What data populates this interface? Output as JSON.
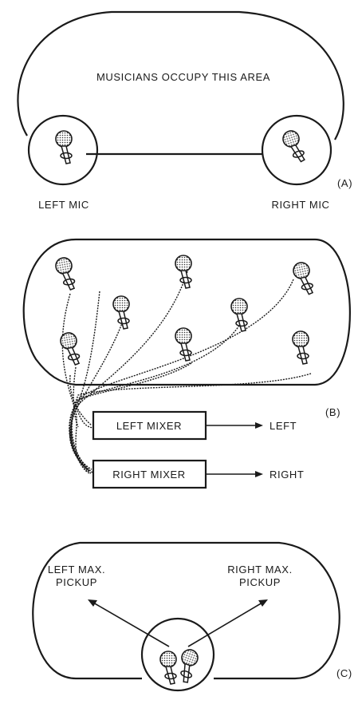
{
  "panel_a": {
    "area_label": "MUSICIANS OCCUPY THIS AREA",
    "left_mic_label": "LEFT MIC",
    "right_mic_label": "RIGHT MIC",
    "panel_tag": "(A)"
  },
  "panel_b": {
    "left_mixer_label": "LEFT MIXER",
    "right_mixer_label": "RIGHT MIXER",
    "left_output_label": "LEFT",
    "right_output_label": "RIGHT",
    "panel_tag": "(B)"
  },
  "panel_c": {
    "left_pickup_line1": "LEFT MAX.",
    "left_pickup_line2": "PICKUP",
    "right_pickup_line1": "RIGHT MAX.",
    "right_pickup_line2": "PICKUP",
    "panel_tag": "(C)"
  }
}
